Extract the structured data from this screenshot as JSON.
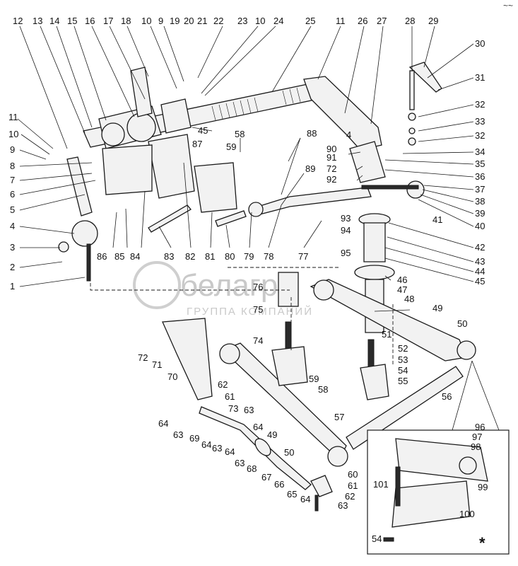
{
  "corner_mark": "~~",
  "asterisk": "*",
  "watermark": {
    "name": "белагро",
    "tagline": "ГРУППА КОМПАНИЙ"
  },
  "callouts": {
    "12": "12",
    "13": "13",
    "14": "14",
    "15": "15",
    "16": "16",
    "17": "17",
    "18": "18",
    "10a": "10",
    "9a": "9",
    "19": "19",
    "20": "20",
    "21": "21",
    "22": "22",
    "23": "23",
    "10b": "10",
    "24": "24",
    "25": "25",
    "11a": "11",
    "26": "26",
    "27": "27",
    "28": "28",
    "29": "29",
    "30": "30",
    "31": "31",
    "32a": "32",
    "33": "33",
    "32b": "32",
    "34": "34",
    "35": "35",
    "36": "36",
    "37": "37",
    "38": "38",
    "39": "39",
    "40": "40",
    "41": "41",
    "42": "42",
    "43": "43",
    "44": "44",
    "45a": "45",
    "46": "46",
    "47": "47",
    "48": "48",
    "49a": "49",
    "50a": "50",
    "11b": "11",
    "10c": "10",
    "9b": "9",
    "8": "8",
    "7": "7",
    "6": "6",
    "5": "5",
    "4a": "4",
    "3": "3",
    "2": "2",
    "1": "1",
    "45b": "45",
    "58a": "58",
    "59a": "59",
    "87": "87",
    "88": "88",
    "89": "89",
    "4b": "4",
    "90": "90",
    "91": "91",
    "72a": "72",
    "92": "92",
    "93": "93",
    "94": "94",
    "95": "95",
    "86": "86",
    "85": "85",
    "84": "84",
    "83": "83",
    "82": "82",
    "81": "81",
    "80": "80",
    "79": "79",
    "78": "78",
    "77": "77",
    "76": "76",
    "75": "75",
    "74": "74",
    "72b": "72",
    "71": "71",
    "70": "70",
    "51": "51",
    "52": "52",
    "53": "53",
    "54a": "54",
    "55": "55",
    "56": "56",
    "57": "57",
    "59b": "59",
    "58b": "58",
    "62a": "62",
    "61a": "61",
    "64a": "64",
    "63a": "63",
    "73": "73",
    "63b": "63",
    "69": "69",
    "64b": "64",
    "63c": "63",
    "64c": "64",
    "64d": "64",
    "63d": "63",
    "68": "68",
    "49b": "49",
    "50b": "50",
    "67": "67",
    "66": "66",
    "60": "60",
    "61b": "61",
    "65": "65",
    "64e": "64",
    "62b": "62",
    "63e": "63",
    "96": "96",
    "97": "97",
    "98": "98",
    "99": "99",
    "101": "101",
    "100": "100",
    "54b": "54"
  }
}
